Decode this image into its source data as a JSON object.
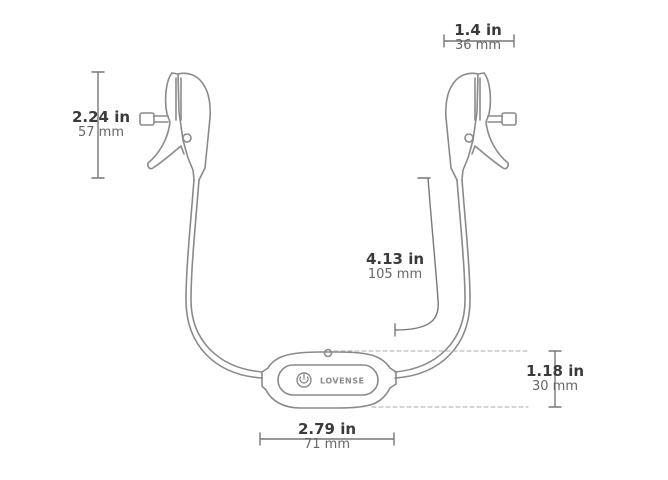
{
  "brand_logo": "LOVENSE",
  "colors": {
    "outline": "#8a8a8a",
    "dimension_line": "#777777",
    "label_primary": "#3a3a3a",
    "label_secondary": "#666666"
  },
  "dimensions": {
    "clamp_height": {
      "inches": "2.24 in",
      "mm": "57 mm"
    },
    "clamp_width": {
      "inches": "1.4 in",
      "mm": "36 mm"
    },
    "cable_length": {
      "inches": "4.13 in",
      "mm": "105 mm"
    },
    "controller_height": {
      "inches": "1.18 in",
      "mm": "30 mm"
    },
    "controller_width": {
      "inches": "2.79 in",
      "mm": "71 mm"
    }
  }
}
